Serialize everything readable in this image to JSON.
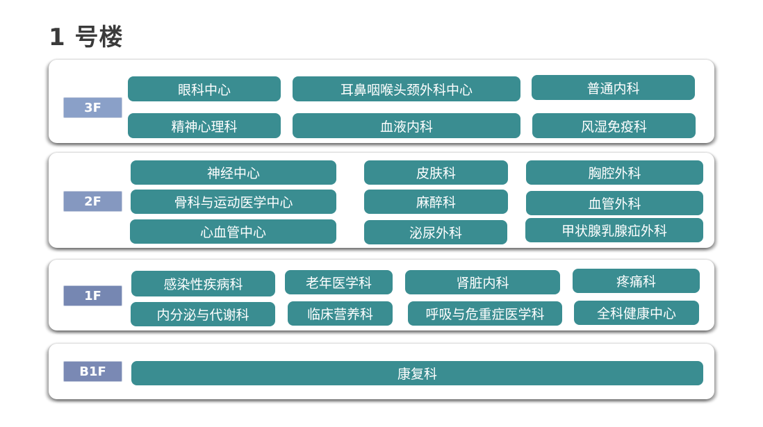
{
  "building_title": "1 号楼",
  "colors": {
    "dept_fill": "#3a8d91",
    "floor_3f": "#8aa0c8",
    "floor_2f": "#8598c0",
    "floor_1f": "#7687b2",
    "floor_b1f": "#7a89b4"
  },
  "floors": [
    {
      "label": "3F",
      "departments": [
        "眼科中心",
        "耳鼻咽喉头颈外科中心",
        "普通内科",
        "精神心理科",
        "血液内科",
        "风湿免疫科"
      ]
    },
    {
      "label": "2F",
      "departments": [
        "神经中心",
        "皮肤科",
        "胸腔外科",
        "骨科与运动医学中心",
        "麻醉科",
        "血管外科",
        "心血管中心",
        "泌尿外科",
        "甲状腺乳腺疝外科"
      ]
    },
    {
      "label": "1F",
      "departments": [
        "感染性疾病科",
        "老年医学科",
        "肾脏内科",
        "疼痛科",
        "内分泌与代谢科",
        "临床营养科",
        "呼吸与危重症医学科",
        "全科健康中心"
      ]
    },
    {
      "label": "B1F",
      "departments": [
        "康复科"
      ]
    }
  ]
}
